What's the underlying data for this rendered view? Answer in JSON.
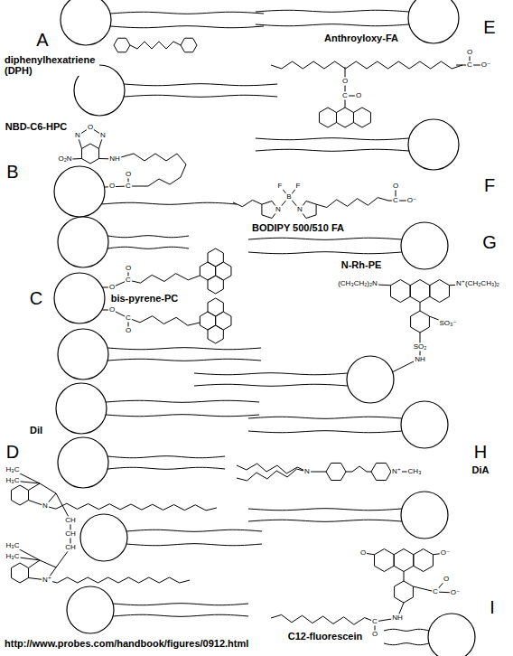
{
  "diagram": {
    "labels": [
      "A",
      "diphenylhexatriene (DPH)",
      "NBD-C6-HPC",
      "B",
      "N",
      "O",
      "N",
      "O₂N",
      "NH",
      "O",
      "O",
      "C",
      "bis-pyrene-PC",
      "C",
      "O",
      "O",
      "C",
      "O",
      "C",
      "O",
      "DiI",
      "D",
      "H₃C",
      "H₃C",
      "N",
      "CH",
      "CH",
      "CH",
      "H₃C",
      "H₃C",
      "N⁺",
      "Anthroyloxy-FA",
      "E",
      "O",
      "C",
      "O⁻",
      "O",
      "C",
      "O",
      "BODIPY 500/510 FA",
      "F",
      "F",
      "B",
      "F",
      "N",
      "N",
      "O",
      "C",
      "O⁻",
      "N-Rh-PE",
      "G",
      "(CH₃CH₂)₂N",
      "N⁺(CH₂CH₃)₂",
      "SO₃⁻",
      "SO₂",
      "NH",
      "N",
      "N⁺",
      "CH₃",
      "H",
      "DiA",
      "O",
      "O⁻",
      "C",
      "O",
      "O⁻",
      "NH",
      "C",
      "O",
      "C12-fluorescein",
      "I",
      "http://www.probes.com/handbook/figures/0912.html"
    ]
  }
}
